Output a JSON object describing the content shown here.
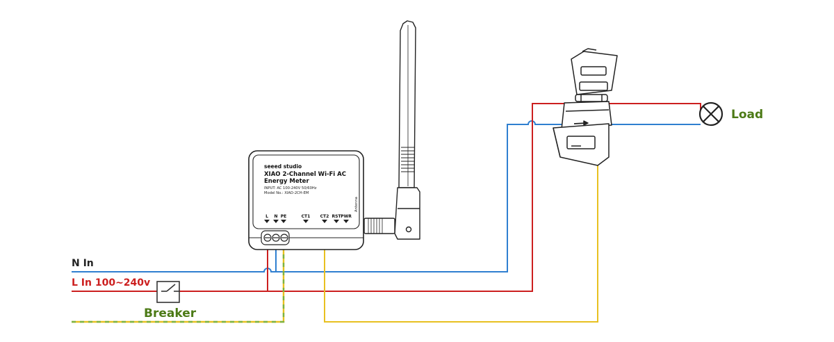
{
  "labels": {
    "n_in": "N In",
    "l_in": "L In 100~240v",
    "breaker": "Breaker",
    "load": "Load"
  },
  "device": {
    "brand": "seeed studio",
    "title_line1": "XIAO 2-Channel Wi-Fi AC",
    "title_line2": "Energy Meter",
    "input_spec": "INPUT: AC 100-240V 50/60Hz",
    "model": "Model No.: XIAO-2CH-EM",
    "antenna_label": "Antenna",
    "terminals": [
      "L",
      "N",
      "PE",
      "CT1",
      "CT2",
      "RST",
      "PWR"
    ]
  },
  "colors": {
    "neutral_wire": "#2f7fd0",
    "live_wire": "#cc1f1f",
    "ct_wire": "#e8c020",
    "earth_green": "#7cb342",
    "label_red": "#cc1f1f",
    "label_green": "#4c7a16",
    "label_dark": "#222222"
  }
}
